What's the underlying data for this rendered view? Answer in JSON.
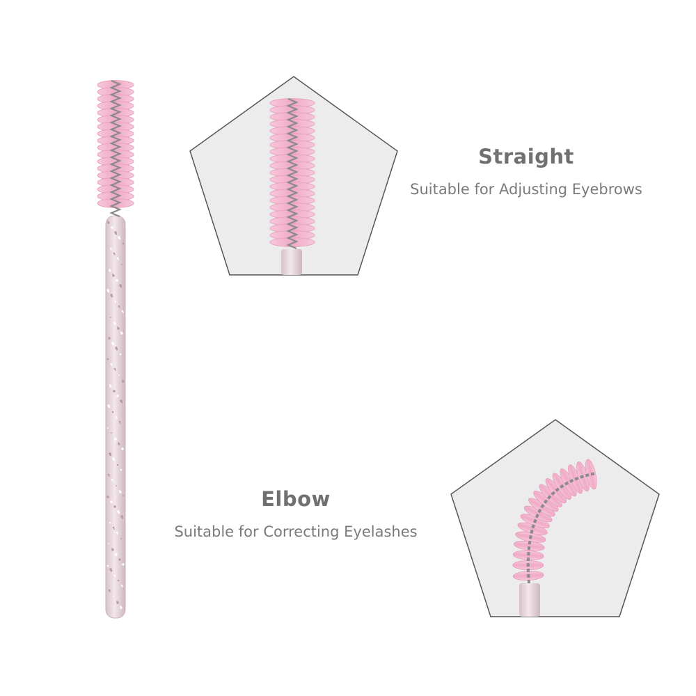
{
  "straight": {
    "title": "Straight",
    "subtitle": "Suitable for Adjusting Eyebrows"
  },
  "elbow": {
    "title": "Elbow",
    "subtitle": "Suitable for Correcting Eyelashes"
  },
  "colors": {
    "bristle": "#f2b8cf",
    "bristle_dark": "#e79ab9",
    "wire": "#8a8a8a",
    "handle": "#e2d2d6",
    "pentagon_fill": "#ececec",
    "pentagon_stroke": "#555555",
    "text": "#707070"
  }
}
